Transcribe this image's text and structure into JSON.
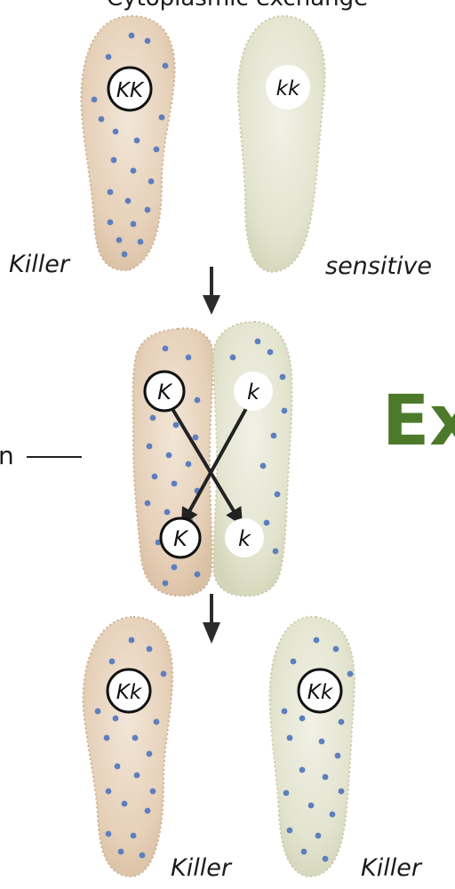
{
  "heading_partial": "Cytoplasmic exchange",
  "side_label_partial": "n",
  "big_text_partial": "Ex",
  "stages": {
    "top": {
      "left_cell": {
        "genotype": "KK",
        "phenotype": "Killer",
        "has_particles": true
      },
      "right_cell": {
        "genotype": "kk",
        "phenotype": "sensitive",
        "has_particles": false
      }
    },
    "middle": {
      "left_cell": {
        "genotype_top": "K",
        "genotype_bottom": "K",
        "has_particles": true
      },
      "right_cell": {
        "genotype_top": "k",
        "genotype_bottom": "k",
        "has_particles": true
      }
    },
    "bottom": {
      "left_cell": {
        "genotype": "Kk",
        "phenotype": "Killer",
        "has_particles": true
      },
      "right_cell": {
        "genotype": "Kk",
        "phenotype": "Killer",
        "has_particles": true
      }
    }
  },
  "colors": {
    "killer_cell": "#ead7c2",
    "sensitive_cell": "#e7e8d6",
    "particle": "#5d7fbe",
    "arrow": "#2b2b2b",
    "big_text": "#4d7a2a"
  },
  "icons": {
    "stage_arrow": "down-arrow-icon",
    "exchange_arrow": "crossing-arrow-icon"
  }
}
